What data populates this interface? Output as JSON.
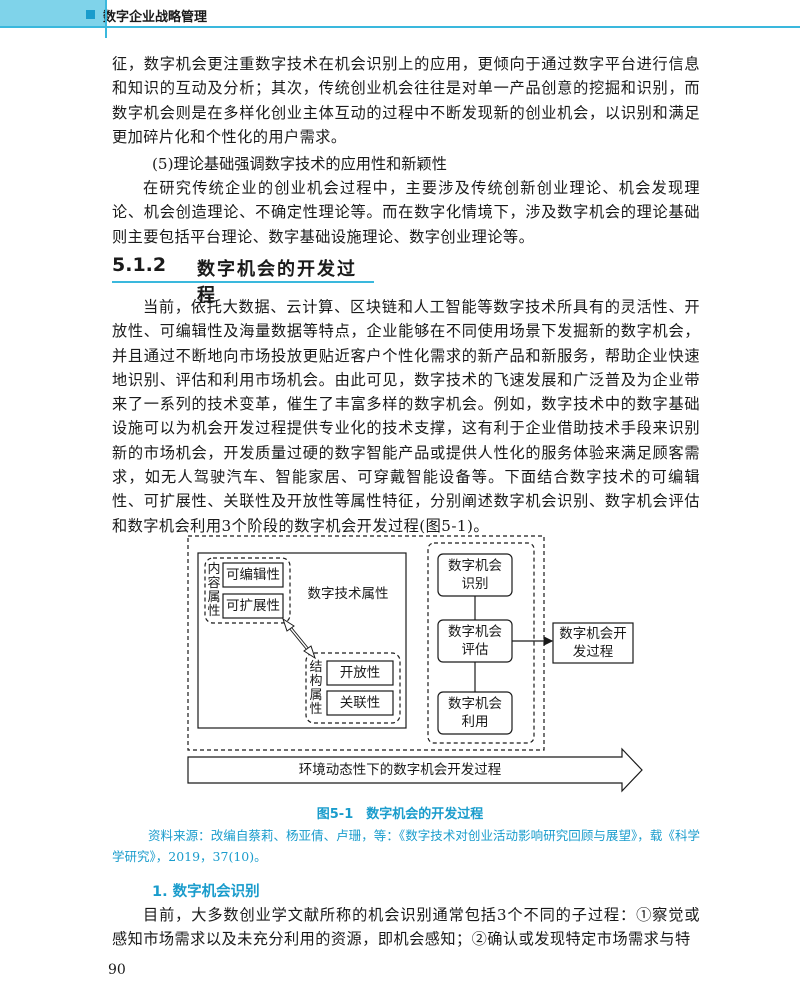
{
  "header": {
    "title": "数字企业战略管理"
  },
  "paragraphs": {
    "p1": "征，数字机会更注重数字技术在机会识别上的应用，更倾向于通过数字平台进行信息和知识的互动及分析；其次，传统创业机会往往是对单一产品创意的挖掘和识别，而数字机会则是在多样化创业主体互动的过程中不断发现新的创业机会，以识别和满足更加碎片化和个性化的用户需求。",
    "h5": "(5)理论基础强调数字技术的应用性和新颖性",
    "p2": "在研究传统企业的创业机会过程中，主要涉及传统创新创业理论、机会发现理论、机会创造理论、不确定性理论等。而在数字化情境下，涉及数字机会的理论基础则主要包括平台理论、数字基础设施理论、数字创业理论等。",
    "p3": "当前，依托大数据、云计算、区块链和人工智能等数字技术所具有的灵活性、开放性、可编辑性及海量数据等特点，企业能够在不同使用场景下发掘新的数字机会，并且通过不断地向市场投放更贴近客户个性化需求的新产品和新服务，帮助企业快速地识别、评估和利用市场机会。由此可见，数字技术的飞速发展和广泛普及为企业带来了一系列的技术变革，催生了丰富多样的数字机会。例如，数字技术中的数字基础设施可以为机会开发过程提供专业化的技术支撑，这有利于企业借助技术手段来识别新的市场机会，开发质量过硬的数字智能产品或提供人性化的服务体验来满足顾客需求，如无人驾驶汽车、智能家居、可穿戴智能设备等。下面结合数字技术的可编辑性、可扩展性、关联性及开放性等属性特征，分别阐述数字机会识别、数字机会评估和数字机会利用3个阶段的数字机会开发过程(图5-1)。",
    "p4": "目前，大多数创业学文献所称的机会识别通常包括3个不同的子过程：①察觉或感知市场需求以及未充分利用的资源，即机会感知；②确认或发现特定市场需求与特"
  },
  "section": {
    "number": "5.1.2",
    "title": "数字机会的开发过程"
  },
  "figure": {
    "content_attr_label": "内容属性",
    "editable": "可编辑性",
    "extensible": "可扩展性",
    "tech_attr": "数字技术属性",
    "struct_attr_label": "结构属性",
    "openness": "开放性",
    "relevance": "关联性",
    "identify": "数字机会识别",
    "evaluate": "数字机会评估",
    "utilize": "数字机会利用",
    "process": "数字机会开发过程",
    "arrow_label": "环境动态性下的数字机会开发过程"
  },
  "caption": "图5-1　数字机会的开发过程",
  "source": "资料来源：改编自蔡莉、杨亚倩、卢珊，等：《数字技术对创业活动影响研究回顾与展望》，载《科学学研究》，2019，37(10)。",
  "subheading": "1. 数字机会识别",
  "page_number": "90",
  "colors": {
    "accent": "#1a9ccc",
    "band": "#7fd3ea",
    "rule": "#3ab8dd"
  }
}
